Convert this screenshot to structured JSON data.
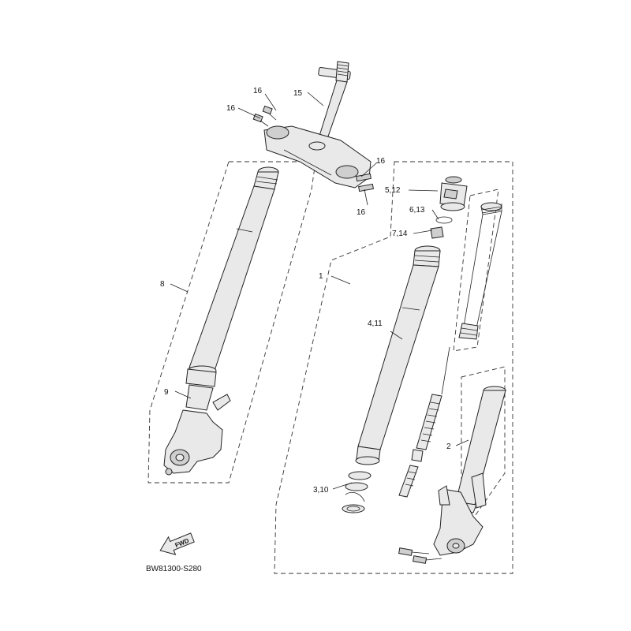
{
  "diagram": {
    "labels": {
      "l1": "1",
      "l2": "2",
      "l3_10": "3,10",
      "l4_11": "4,11",
      "l5_12": "5,12",
      "l6_13": "6,13",
      "l7_14": "7,14",
      "l8": "8",
      "l9": "9",
      "l15": "15",
      "l16a": "16",
      "l16b": "16",
      "l16c": "16",
      "l16d": "16"
    },
    "fwd_text": "FWD",
    "drawing_code": "BW81300-S280"
  }
}
